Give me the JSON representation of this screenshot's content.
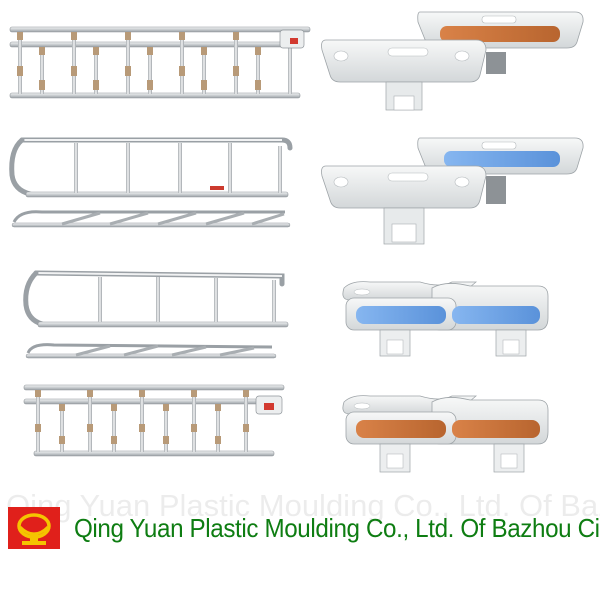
{
  "watermark_text": "Qing Yuan Plastic Moulding Co., Ltd. Of Bazhou City",
  "company_name": "Qing Yuan Plastic Moulding Co., Ltd. Of Bazhou City",
  "colors": {
    "company_text": "#0e7d12",
    "rail_metal": "#d6d9dc",
    "rail_outline": "#8f959a",
    "rail_joint": "#b89a78",
    "headboard": "#e9eced",
    "panel_wood": "#c9733c",
    "panel_blue": "#6ea4e6",
    "logo_red": "#e0201b",
    "logo_yellow": "#f5c400"
  },
  "products": [
    {
      "id": "side-rail-1",
      "kind": "side-rail",
      "panel": "none"
    },
    {
      "id": "side-rail-2",
      "kind": "side-rail",
      "panel": "none"
    },
    {
      "id": "side-rail-3",
      "kind": "side-rail",
      "panel": "none"
    },
    {
      "id": "side-rail-4",
      "kind": "side-rail",
      "panel": "none"
    },
    {
      "id": "headboard-pair-1",
      "kind": "bed-head",
      "panel": "wood"
    },
    {
      "id": "headboard-pair-2",
      "kind": "bed-head",
      "panel": "blue"
    },
    {
      "id": "headboard-pair-3",
      "kind": "bed-head",
      "panel": "blue"
    },
    {
      "id": "headboard-pair-4",
      "kind": "bed-head",
      "panel": "wood"
    }
  ]
}
